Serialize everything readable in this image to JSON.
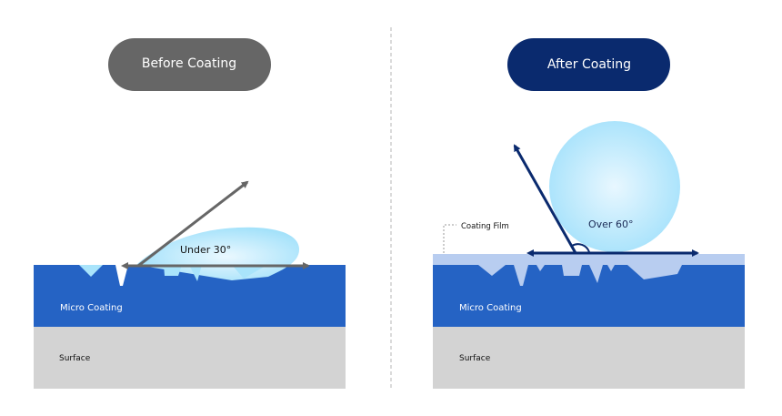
{
  "colors": {
    "before_pill": "#666666",
    "after_pill": "#0a2a6e",
    "micro_coating": "#2563c4",
    "surface": "#d3d3d3",
    "droplet": "#a9e4fb",
    "film": "#b8cdf0",
    "arrow_before": "#666666",
    "arrow_after": "#0a2a6e"
  },
  "before": {
    "title": "Before Coating",
    "angle_label": "Under 30°",
    "micro_label": "Micro Coating",
    "surface_label": "Surface"
  },
  "after": {
    "title": "After Coating",
    "angle_label": "Over 60°",
    "film_label": "Coating Film",
    "micro_label": "Micro Coating",
    "surface_label": "Surface"
  }
}
